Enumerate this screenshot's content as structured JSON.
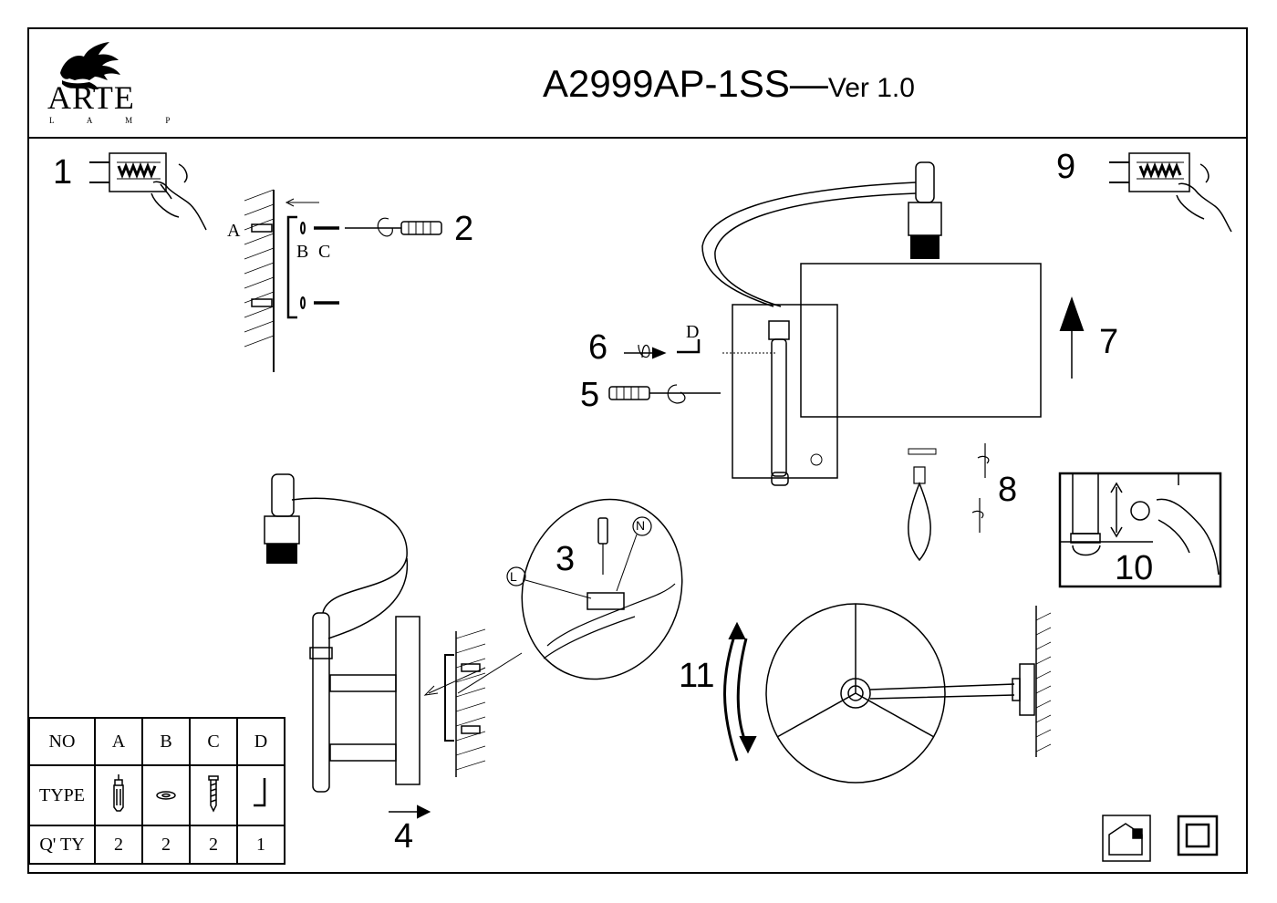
{
  "header": {
    "brand_name": "ARTE",
    "brand_sub": "L A M P",
    "model": "A2999AP-1SS",
    "dash": "—",
    "version": "Ver 1.0"
  },
  "steps": [
    "1",
    "2",
    "3",
    "4",
    "5",
    "6",
    "7",
    "8",
    "9",
    "10",
    "11"
  ],
  "labels": {
    "a": "A",
    "b": "B",
    "c": "C",
    "d": "D",
    "n": "N",
    "l": "L"
  },
  "parts_table": {
    "headers": [
      "NO",
      "A",
      "B",
      "C",
      "D"
    ],
    "type_label": "TYPE",
    "qty_label": "Q' TY",
    "quantities": [
      "2",
      "2",
      "2",
      "1"
    ],
    "part_icons": [
      "wall-plug-icon",
      "washer-icon",
      "screw-icon",
      "hook-icon"
    ]
  },
  "footer_icons": [
    "indoor-use-icon",
    "double-insulation-icon"
  ]
}
